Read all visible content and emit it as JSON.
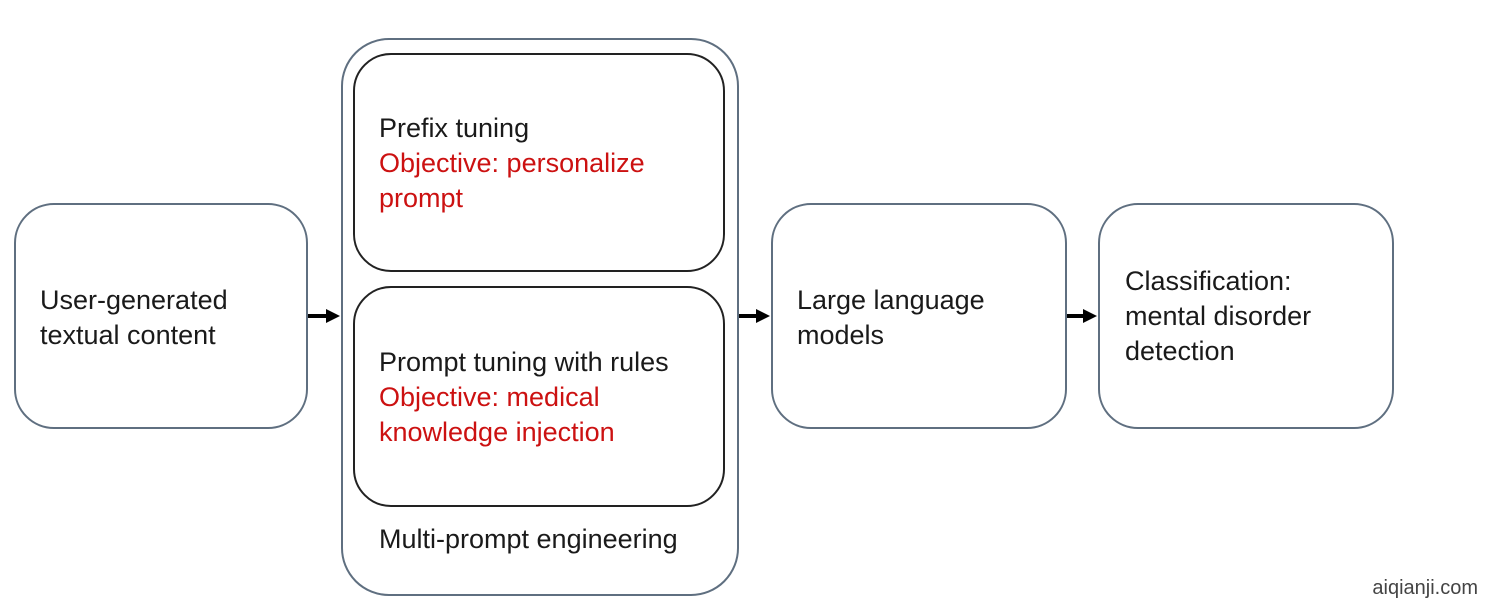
{
  "nodes": {
    "input": {
      "label": "User-generated\ntextual content"
    },
    "group": {
      "label": "Multi-prompt engineering",
      "prefix": {
        "title": "Prefix tuning",
        "objective": "Objective: personalize\nprompt"
      },
      "prompt": {
        "title": "Prompt tuning with rules",
        "objective": "Objective: medical\nknowledge injection"
      }
    },
    "llm": {
      "label": "Large language\nmodels"
    },
    "output": {
      "label": "Classification:\nmental disorder\ndetection"
    }
  },
  "watermark": "aiqianji.com",
  "colors": {
    "border": "#5f6f80",
    "objective_text": "#cc1111",
    "arrow": "#000000"
  }
}
